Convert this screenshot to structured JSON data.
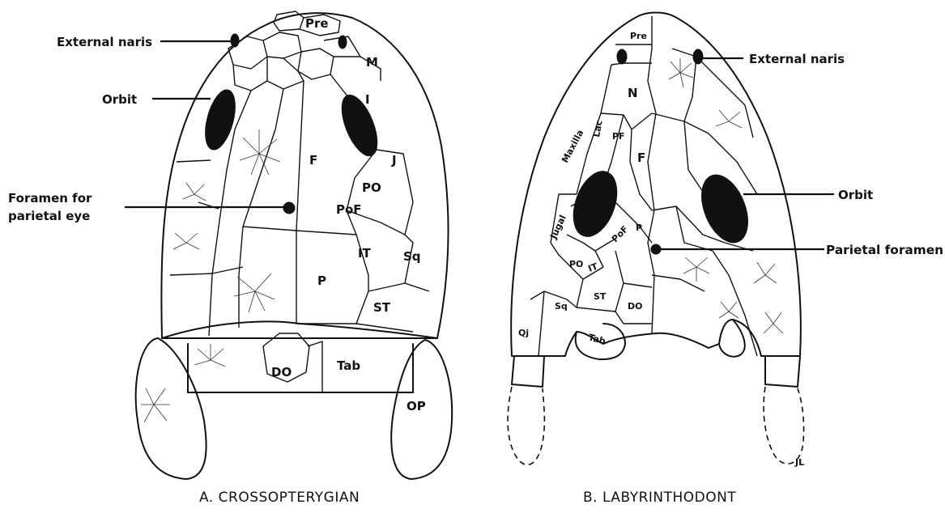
{
  "skull_a": {
    "caption": "A. CROSSOPTERYGIAN",
    "labels": {
      "external_naris": "External naris",
      "orbit": "Orbit",
      "foramen_line1": "Foramen for",
      "foramen_line2": "parietal eye"
    },
    "bones": {
      "pre": "Pre",
      "m": "M",
      "i": "I",
      "f": "F",
      "j": "J",
      "po": "PO",
      "pof": "PoF",
      "it": "IT",
      "sq": "Sq",
      "p": "P",
      "st": "ST",
      "tab": "Tab",
      "do": "DO",
      "op": "OP"
    }
  },
  "skull_b": {
    "caption": "B. LABYRINTHODONT",
    "labels": {
      "external_naris": "External naris",
      "orbit": "Orbit",
      "parietal_foramen": "Parietal foramen"
    },
    "bones": {
      "pre": "Pre",
      "n": "N",
      "maxilla": "Maxilla",
      "lac": "Lac",
      "pf": "PF",
      "f": "F",
      "jugal": "Jugal",
      "pof": "PoF",
      "po": "PO",
      "p": "P",
      "it": "IT",
      "st": "ST",
      "sq": "Sq",
      "do": "DO",
      "qj": "Qj",
      "tab": "Tab",
      "signature": "JL"
    }
  }
}
